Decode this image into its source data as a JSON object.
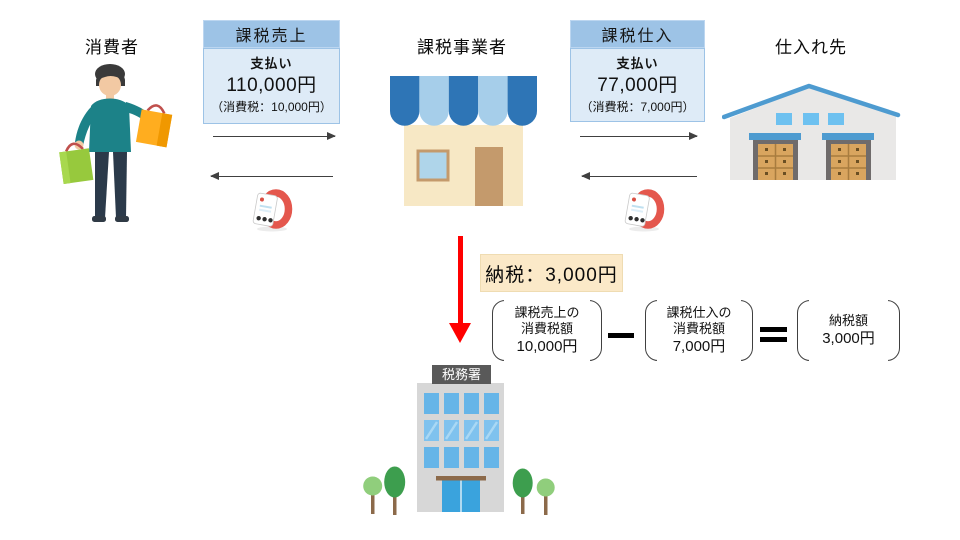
{
  "diagram": {
    "consumer": {
      "label": "消費者"
    },
    "business": {
      "label": "課税事業者"
    },
    "supplier": {
      "label": "仕入れ先"
    },
    "sale_box": {
      "header": "課税売上",
      "payment_label": "支払い",
      "amount": "110,000円",
      "tax_note": "（消費税：10,000円）"
    },
    "purchase_box": {
      "header": "課税仕入",
      "payment_label": "支払い",
      "amount": "77,000円",
      "tax_note": "（消費税：7,000円）"
    },
    "tax_payment": {
      "label": "納税：3,000円"
    },
    "formula": {
      "term1": {
        "line1": "課税売上の",
        "line2": "消費税額",
        "amount": "10,000円"
      },
      "minus": "−",
      "term2": {
        "line1": "課税仕入の",
        "line2": "消費税額",
        "amount": "7,000円"
      },
      "equals": "＝",
      "result": {
        "line1": "納税額",
        "amount": "3,000円"
      }
    },
    "tax_office": {
      "sign": "税務署"
    },
    "icons": {
      "consumer": "shopper-icon",
      "business": "storefront-icon",
      "supplier": "warehouse-icon",
      "tax_office": "government-building-icon",
      "payment": "cash-register-icon",
      "flow_right": "arrow-right-icon",
      "flow_left": "arrow-left-icon",
      "tax_flow": "arrow-down-red-icon"
    },
    "colors": {
      "header_box_bg": "#9DC3E6",
      "body_box_bg": "#DEEBF7",
      "box_border": "#9DC3E6",
      "highlight_bg": "#FBE9C8",
      "flow_arrow": "#404040",
      "tax_arrow": "#FF0000",
      "awning_dark": "#2E75B6",
      "awning_light": "#A6CEEA",
      "roof_blue": "#4E9BD0"
    }
  }
}
